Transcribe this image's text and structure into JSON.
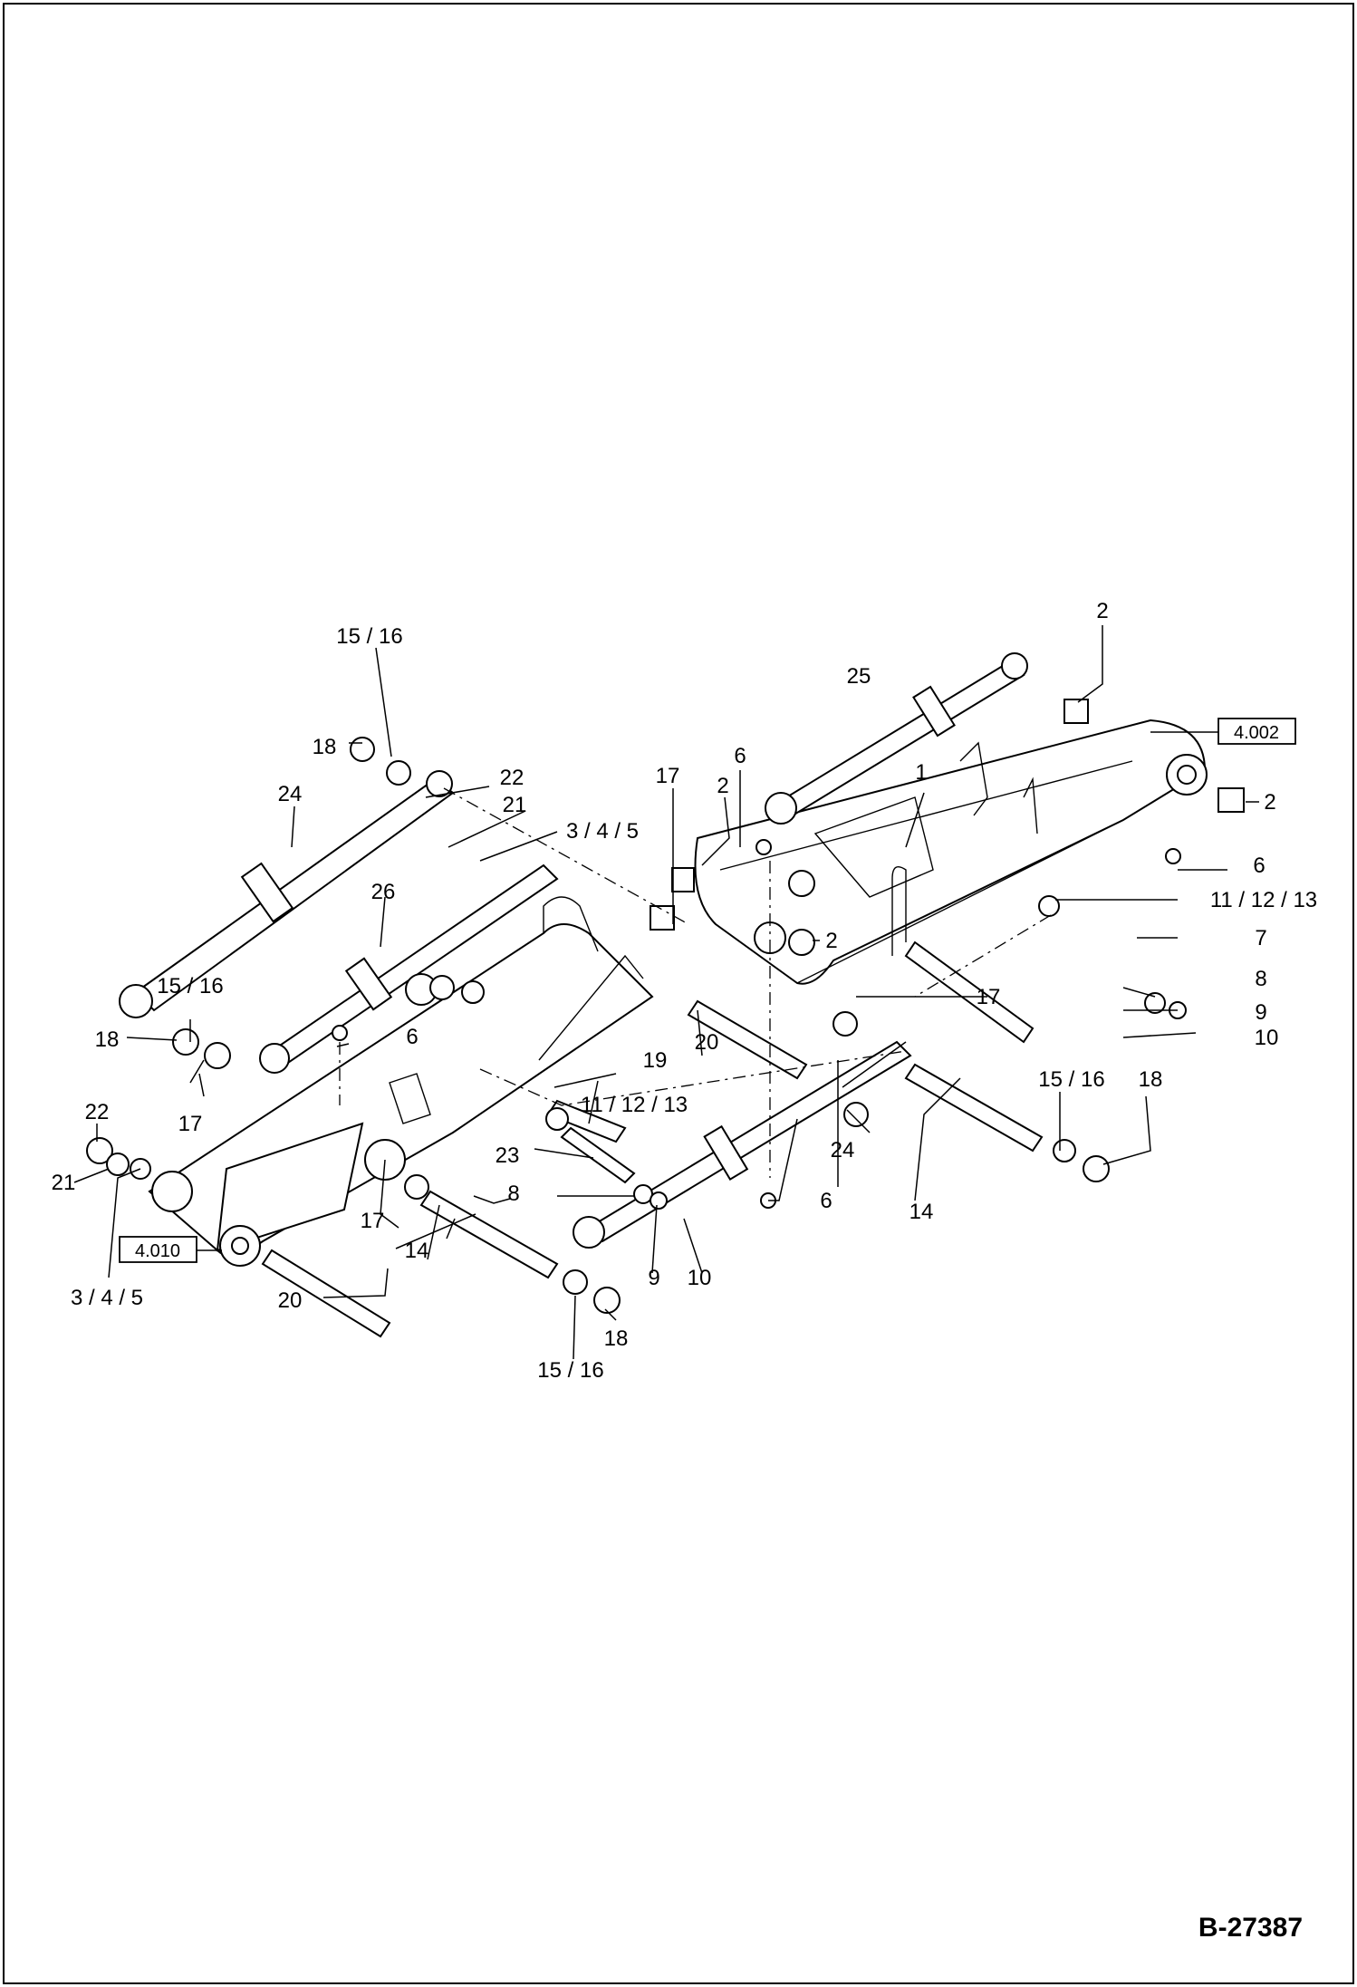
{
  "drawing_number": "B-27387",
  "reference_boxes": [
    "4.002",
    "4.010"
  ],
  "callouts": [
    "1",
    "2",
    "2",
    "2",
    "2",
    "6",
    "6",
    "6",
    "6",
    "7",
    "8",
    "8",
    "9",
    "9",
    "10",
    "10",
    "11 / 12 / 13",
    "11 / 12 / 13",
    "14",
    "14",
    "15 / 16",
    "15 / 16",
    "15 / 16",
    "15 / 16",
    "17",
    "17",
    "17",
    "17",
    "18",
    "18",
    "18",
    "18",
    "19",
    "20",
    "20",
    "21",
    "21",
    "22",
    "22",
    "23",
    "24",
    "24",
    "25",
    "26",
    "3 / 4 / 5",
    "3 / 4 / 5"
  ]
}
